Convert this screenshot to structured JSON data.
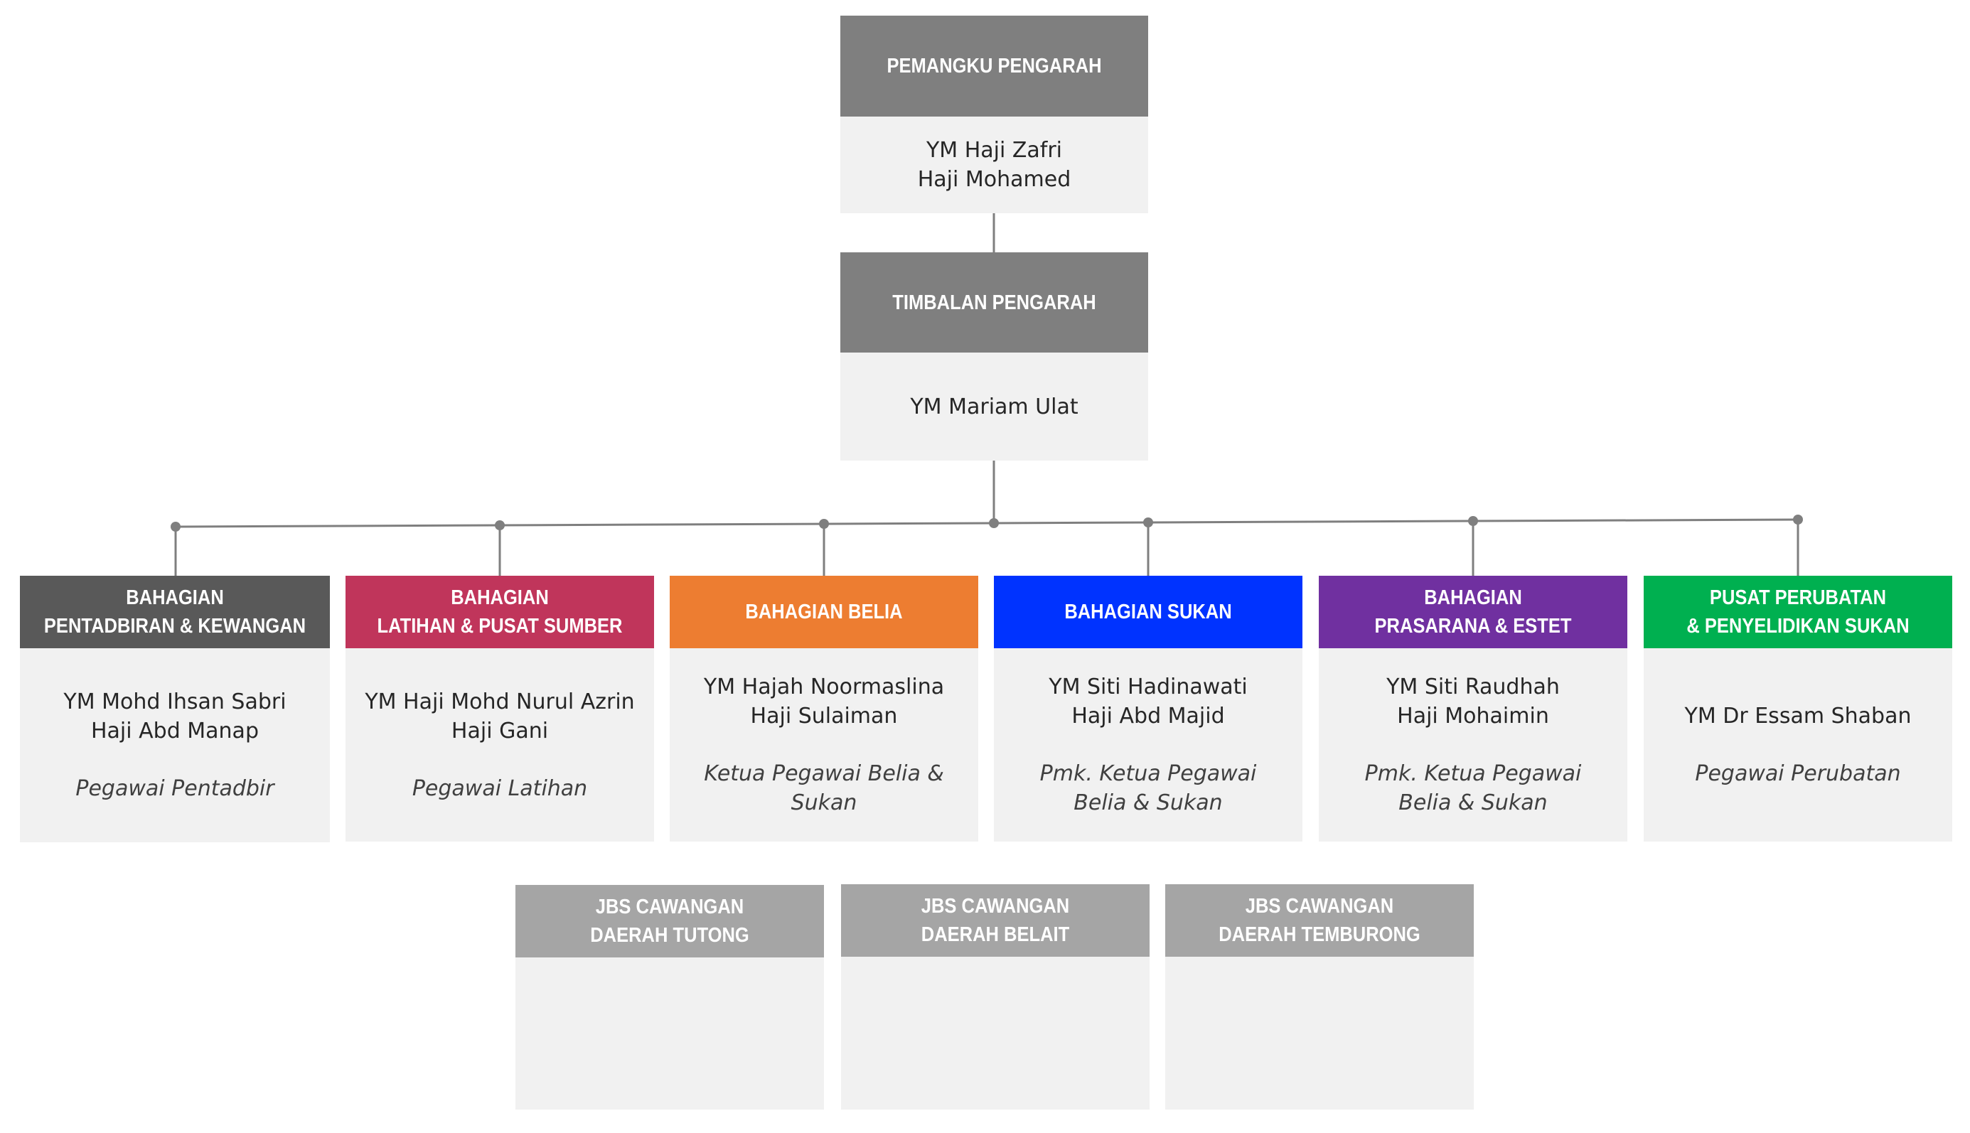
{
  "director": {
    "title": "PEMANGKU PENGARAH",
    "name": [
      "YM Haji Zafri",
      "Haji Mohamed"
    ],
    "color": "#7f7f7f"
  },
  "deputy": {
    "title": "TIMBALAN PENGARAH",
    "name": [
      "YM Mariam Ulat"
    ],
    "color": "#7f7f7f"
  },
  "divisions": [
    {
      "title": [
        "BAHAGIAN",
        "PENTADBIRAN & KEWANGAN"
      ],
      "name": [
        "YM Mohd Ihsan Sabri",
        "Haji Abd Manap"
      ],
      "role": [
        "Pegawai Pentadbir"
      ],
      "color": "#595959"
    },
    {
      "title": [
        "BAHAGIAN",
        "LATIHAN & PUSAT SUMBER"
      ],
      "name": [
        "YM Haji Mohd Nurul Azrin",
        "Haji Gani"
      ],
      "role": [
        "Pegawai Latihan"
      ],
      "color": "#c0355b"
    },
    {
      "title": [
        "BAHAGIAN BELIA"
      ],
      "name": [
        "YM Hajah Noormaslina",
        "Haji Sulaiman"
      ],
      "role": [
        "Ketua Pegawai Belia &",
        "Sukan"
      ],
      "color": "#ed7d31"
    },
    {
      "title": [
        "BAHAGIAN SUKAN"
      ],
      "name": [
        "YM Siti Hadinawati",
        "Haji Abd Majid"
      ],
      "role": [
        "Pmk. Ketua Pegawai",
        "Belia & Sukan"
      ],
      "color": "#0033ff"
    },
    {
      "title": [
        "BAHAGIAN",
        "PRASARANA & ESTET"
      ],
      "name": [
        "YM Siti Raudhah",
        "Haji Mohaimin"
      ],
      "role": [
        "Pmk. Ketua Pegawai",
        "Belia & Sukan"
      ],
      "color": "#7030a0"
    },
    {
      "title": [
        "PUSAT PERUBATAN",
        "& PENYELIDIKAN SUKAN"
      ],
      "name": [
        "YM Dr Essam Shaban"
      ],
      "role": [
        "Pegawai Perubatan"
      ],
      "color": "#00b050"
    }
  ],
  "branches": [
    {
      "title": [
        "JBS CAWANGAN",
        "DAERAH TUTONG"
      ],
      "color": "#a5a5a5"
    },
    {
      "title": [
        "JBS CAWANGAN",
        "DAERAH BELAIT"
      ],
      "color": "#a5a5a5"
    },
    {
      "title": [
        "JBS CAWANGAN",
        "DAERAH TEMBURONG"
      ],
      "color": "#a5a5a5"
    }
  ],
  "connector_color": "#7f7f7f",
  "box_fill": "#f1f1f1"
}
